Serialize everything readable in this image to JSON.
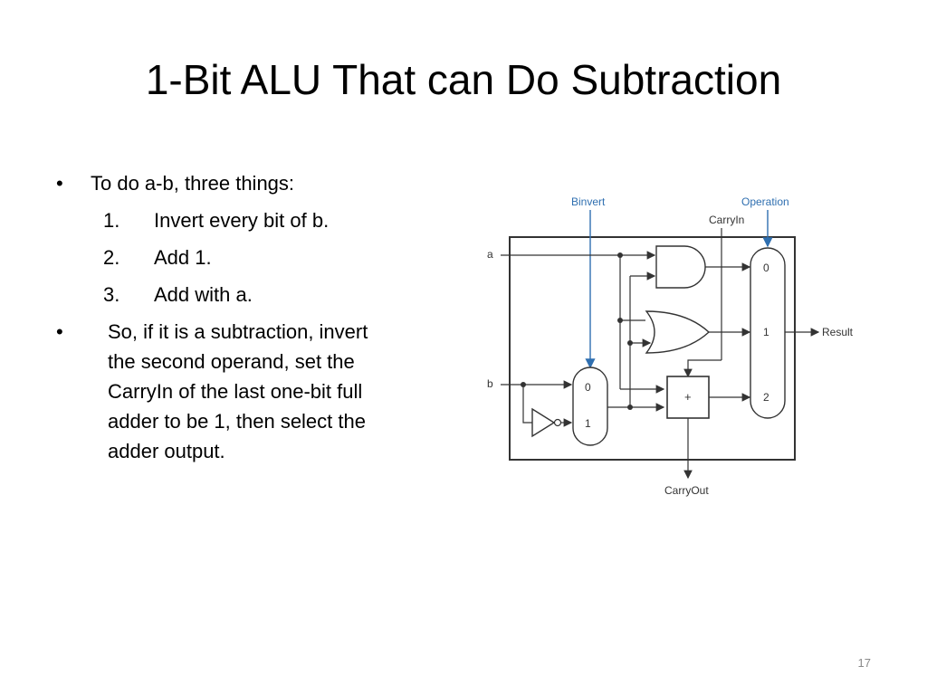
{
  "slide": {
    "title": "1-Bit ALU That can Do Subtraction",
    "page_number": "17"
  },
  "bullets": {
    "first": "To do a-b, three things:",
    "steps": [
      {
        "num": "1.",
        "text": "Invert every bit of b."
      },
      {
        "num": "2.",
        "text": "Add 1."
      },
      {
        "num": "3.",
        "text": "Add with a."
      }
    ],
    "second": "So, if it is a subtraction, invert the second operand, set the CarryIn of the last one-bit full adder to be 1, then select the adder output."
  },
  "diagram": {
    "binvert": "Binvert",
    "operation": "Operation",
    "carryin": "CarryIn",
    "carryout": "CarryOut",
    "input_a": "a",
    "input_b": "b",
    "result": "Result",
    "mux_small_0": "0",
    "mux_small_1": "1",
    "mux_big_0": "0",
    "mux_big_1": "1",
    "mux_big_2": "2",
    "adder": "+",
    "colors": {
      "control": "#2f6fb0",
      "wire": "#333333"
    }
  }
}
